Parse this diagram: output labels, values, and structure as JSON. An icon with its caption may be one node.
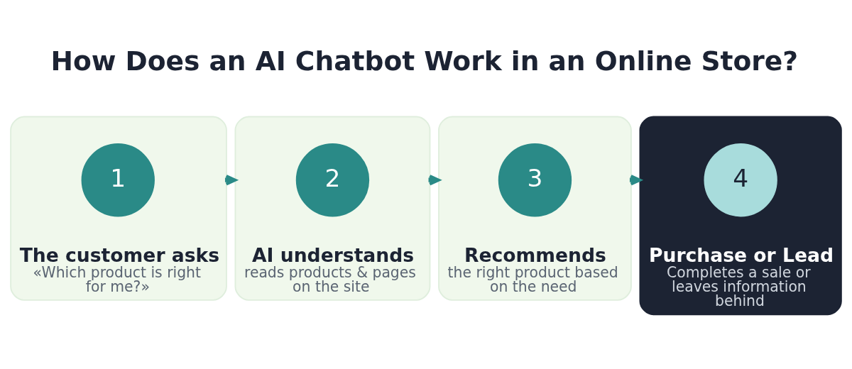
{
  "diagram": {
    "title": "How Does an AI Chatbot Work in an Online Store?",
    "nodes": [
      {
        "text": [
          "The customer asks",
          "«Which product is right for me?»"
        ]
      },
      {
        "text": [
          "1"
        ],
        "in": 0
      },
      {
        "text": [
          "AI understands",
          "reads products & pages on the site"
        ]
      },
      {
        "text": [
          "2"
        ],
        "in": 2
      },
      {
        "text": [
          "Recommends",
          "the right product based on the need"
        ]
      },
      {
        "text": [
          "3"
        ],
        "in": 4
      },
      {
        "text": [
          "Purchase or Lead",
          "Completes a sale or leaves information behind"
        ]
      },
      {
        "text": [
          "4"
        ],
        "in": 6
      }
    ],
    "edges": [
      {
        "from": 0,
        "to": 2,
        "arrow": "to"
      },
      {
        "from": 2,
        "to": 4,
        "arrow": "to"
      },
      {
        "from": 4,
        "to": 6,
        "arrow": "to"
      }
    ]
  }
}
